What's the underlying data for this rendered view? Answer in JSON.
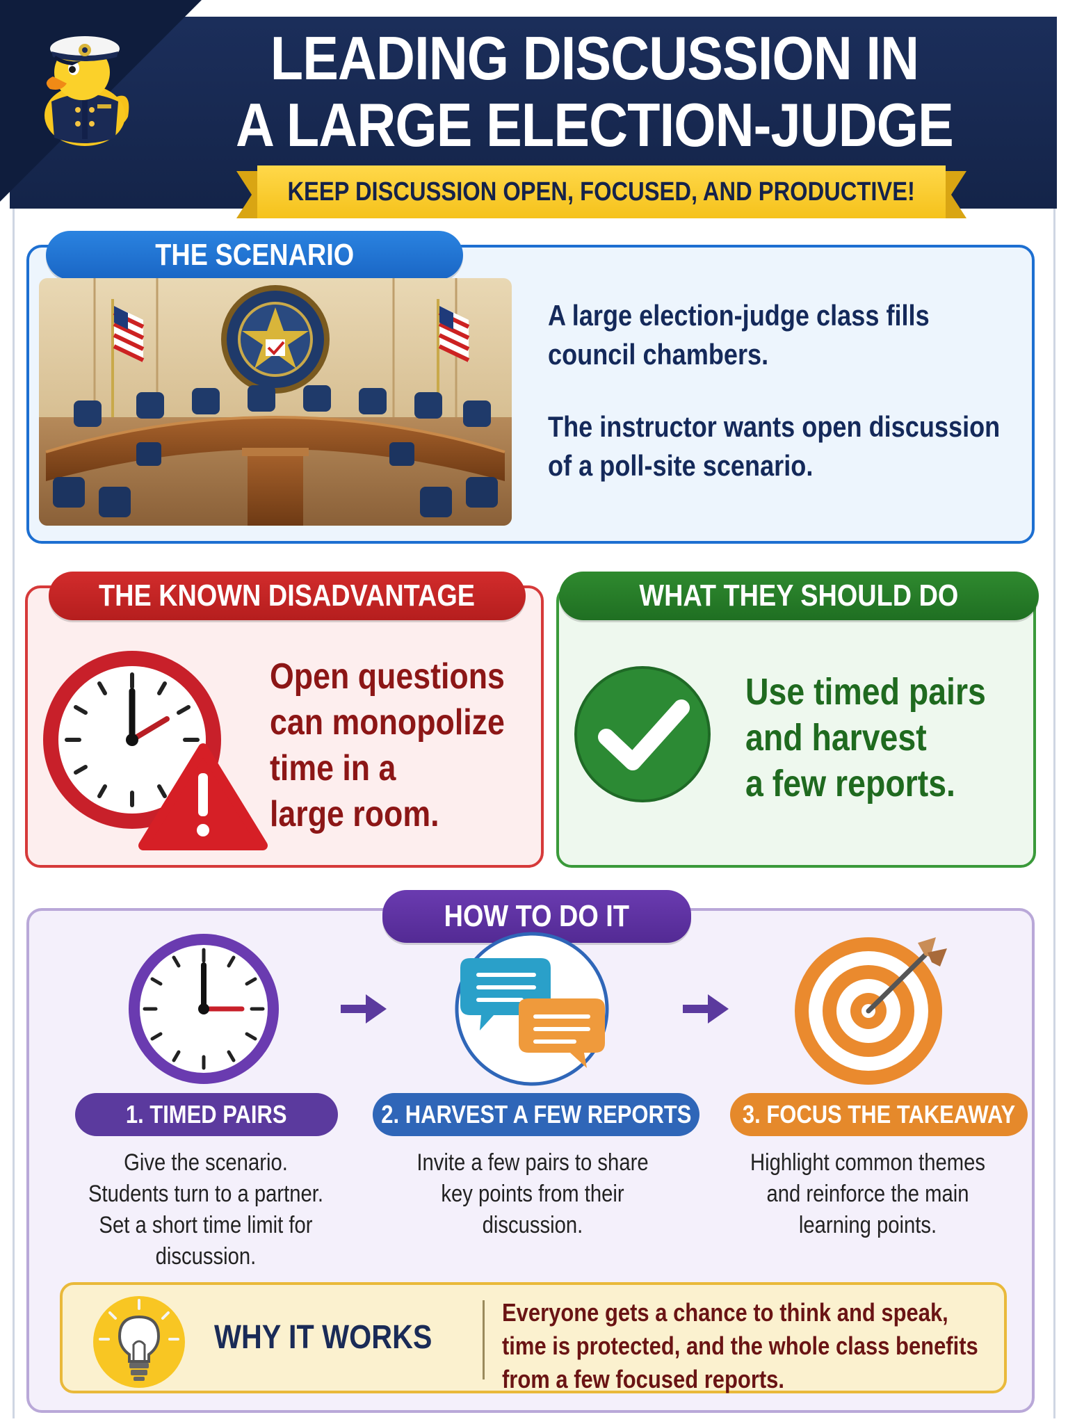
{
  "header": {
    "title_line1": "LEADING DISCUSSION IN",
    "title_line2": "A LARGE ELECTION-JUDGE CLASS",
    "subtitle": "KEEP DISCUSSION OPEN, FOCUSED, AND PRODUCTIVE!",
    "mascot_icon": "captain-duck-icon"
  },
  "scenario": {
    "label": "THE SCENARIO",
    "image_icon": "council-chamber-illustration",
    "text1": "A large election-judge class fills council chambers.",
    "text2": "The instructor wants open discussion of a poll-site scenario."
  },
  "disadvantage": {
    "label": "THE KNOWN DISADVANTAGE",
    "icon": "clock-warning-icon",
    "lines": [
      "Open questions",
      "can monopolize",
      "time in a",
      "large room."
    ]
  },
  "should_do": {
    "label": "WHAT THEY SHOULD DO",
    "icon": "check-circle-icon",
    "lines": [
      "Use timed pairs",
      "and harvest",
      "a few reports."
    ]
  },
  "how_to": {
    "label": "HOW TO DO IT",
    "steps": [
      {
        "label": "1. TIMED PAIRS",
        "icon": "clock-icon",
        "color": "#5b3a9e",
        "lines": [
          "Give the scenario.",
          "Students turn to a partner.",
          "Set a short time limit for",
          "discussion."
        ]
      },
      {
        "label": "2. HARVEST A FEW REPORTS",
        "icon": "chat-bubbles-icon",
        "color": "#2f66b8",
        "lines": [
          "Invite a few pairs to share",
          "key points from their",
          "discussion."
        ]
      },
      {
        "label": "3. FOCUS THE TAKEAWAY",
        "icon": "target-icon",
        "color": "#e5892b",
        "lines": [
          "Highlight common themes",
          "and reinforce the main",
          "learning points."
        ]
      }
    ]
  },
  "why": {
    "label": "WHY IT WORKS",
    "icon": "lightbulb-icon",
    "lines": [
      "Everyone gets a chance to think and speak,",
      "time is protected, and the whole class benefits",
      "from a few focused reports."
    ]
  },
  "colors": {
    "navy": "#1c2f5c",
    "gold": "#f5c21b",
    "blue": "#1d6fd1",
    "red": "#d22c2c",
    "green": "#2f8a2f",
    "purple": "#6a3bb0",
    "orange": "#e5892b"
  }
}
